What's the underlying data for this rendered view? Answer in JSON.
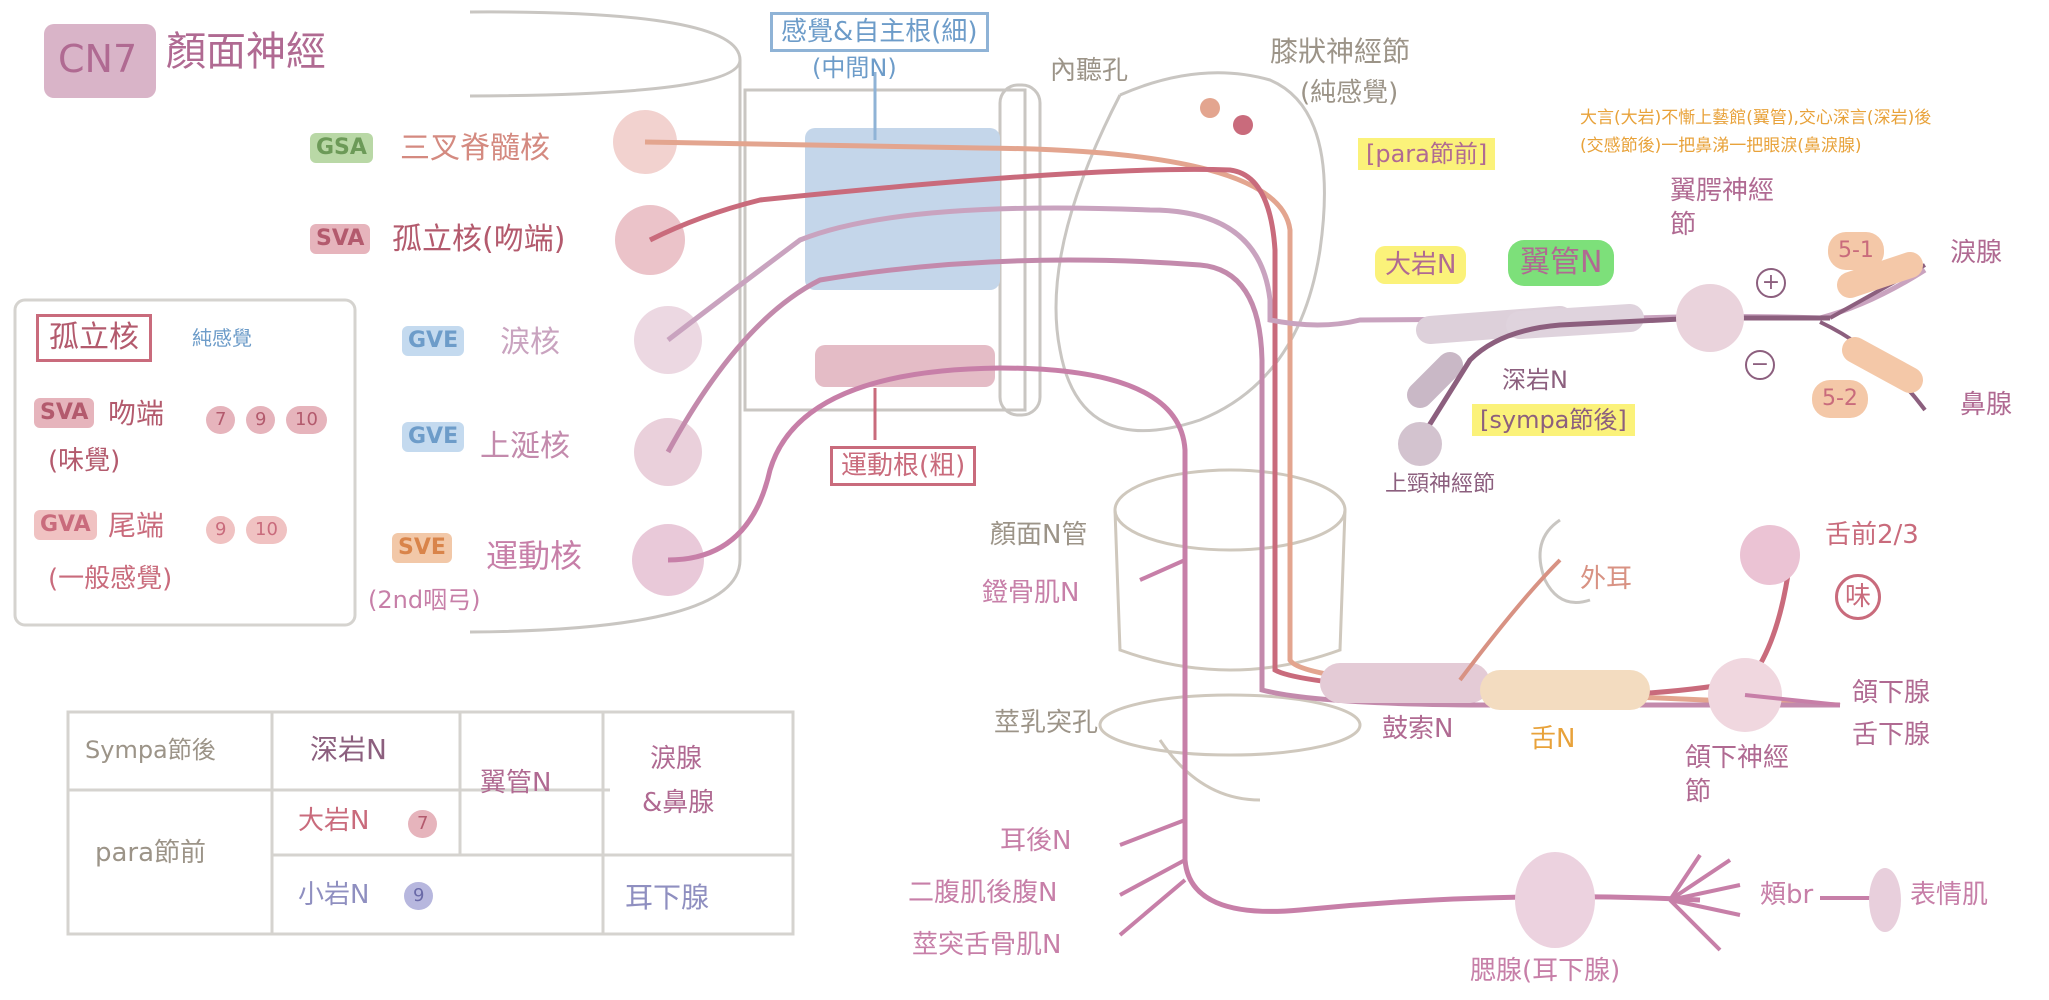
{
  "title": {
    "code": "CN7",
    "name": "顏面神經"
  },
  "nuclei": [
    {
      "tag": "GSA",
      "label": "三叉脊髓核"
    },
    {
      "tag": "SVA",
      "label": "孤立核(吻端)"
    },
    {
      "tag": "GVE",
      "label": "淚核"
    },
    {
      "tag": "GVE",
      "label": "上涎核"
    },
    {
      "tag": "SVE",
      "label": "運動核"
    }
  ],
  "sve_note": "(2nd咽弓)",
  "legend_box": {
    "title": "孤立核",
    "title_note": "純感覺",
    "row1_tag": "SVA",
    "row1_label": "吻端",
    "row1_nums": [
      "7",
      "9",
      "10"
    ],
    "row1_sub": "(味覺)",
    "row2_tag": "GVA",
    "row2_label": "尾端",
    "row2_nums": [
      "9",
      "10"
    ],
    "row2_sub": "(一般感覺)"
  },
  "roots": {
    "sensory": "感覺&自主根(細)",
    "sensory_sub": "(中間N)",
    "motor": "運動根(粗)"
  },
  "canal_labels": {
    "internal_meatus": "內聽孔",
    "geniculate": "膝狀神經節",
    "geniculate_sub": "(純感覺)",
    "facial_canal": "顏面N管",
    "stapedius": "鐙骨肌N",
    "stylomastoid": "莖乳突孔"
  },
  "note_orange": {
    "line1": "大言(大岩)不慚上藝館(翼管),交心深言(深岩)後",
    "line2": "(交感節後)一把鼻涕一把眼淚(鼻淚腺)"
  },
  "branches": {
    "para_ganglion": "[para節前]",
    "greater_petrosal": "大岩N",
    "vidian": "翼管N",
    "deep_petrosal": "深岩N",
    "sympa_ganglion": "[sympa節後]",
    "superior_cervical": "上頸神經節",
    "pterygopalatine": "翼腭神經節",
    "plus": "+",
    "minus": "−",
    "t51": "5-1",
    "t52": "5-2",
    "lacrimal": "淚腺",
    "nasal": "鼻腺",
    "external_ear": "外耳",
    "tongue": "舌前2/3",
    "taste": "味",
    "chorda": "鼓索N",
    "lingual": "舌N",
    "submandibular_ganglion": "頜下神經節",
    "glands": "頜下腺",
    "glands2": "舌下腺",
    "post_auricular": "耳後N",
    "digastric": "二腹肌後腹N",
    "stylohyoid": "莖突舌骨肌N",
    "parotid": "腮腺(耳下腺)",
    "buccal": "頰br",
    "expression": "表情肌"
  },
  "table": {
    "r1c1": "Sympa節後",
    "r1c2": "深岩N",
    "vidian": "翼管N",
    "target1": "淚腺",
    "target1b": "&鼻腺",
    "r2c1": "para節前",
    "r2c2": "大岩N",
    "r2num": "7",
    "r3c2": "小岩N",
    "r3num": "9",
    "target2": "耳下腺"
  },
  "colors": {
    "gsa": "#b9d8a6",
    "sva": "#e6b4bc",
    "gve": "#c4daef",
    "sve": "#f2c8a8",
    "pink_line": "#c77fa8",
    "mauve_line": "#c9a3bf",
    "dark_line": "#8c5f7e",
    "salmon_line": "#e3a58f",
    "red_line": "#c96b7c",
    "highlight_yellow": "#fbf27a",
    "highlight_green": "#7de07a"
  }
}
